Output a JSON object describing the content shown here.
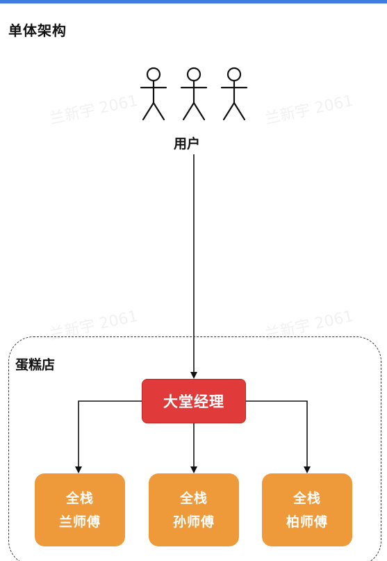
{
  "title": "单体架构",
  "users": {
    "label": "用户",
    "count": 3
  },
  "store": {
    "label": "蛋糕店",
    "manager": "大堂经理",
    "chefs": [
      {
        "line1": "全栈",
        "line2": "兰师傅"
      },
      {
        "line1": "全栈",
        "line2": "孙师傅"
      },
      {
        "line1": "全栈",
        "line2": "柏师傅"
      }
    ]
  },
  "watermark": "兰新宇 2061",
  "colors": {
    "manager_fill": "#e03a3a",
    "chef_fill": "#ee9a3a",
    "arrow": "#111111"
  }
}
